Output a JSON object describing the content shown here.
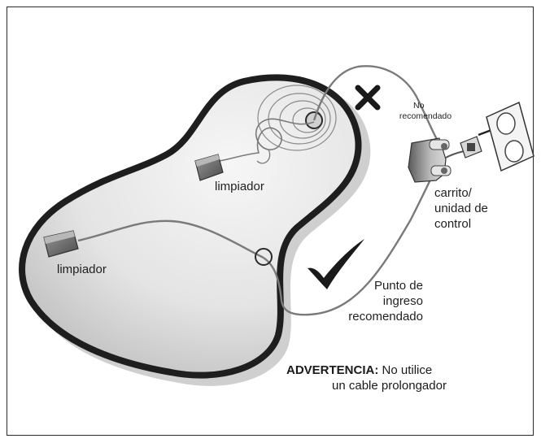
{
  "labels": {
    "cleaner_1": "limpiador",
    "cleaner_2": "limpiador",
    "not_recommended_line1": "No",
    "not_recommended_line2": "recomendado",
    "cart_line1": "carrito/",
    "cart_line2": "unidad de",
    "cart_line3": "control",
    "entry_line1": "Punto de",
    "entry_line2": "ingreso",
    "entry_line3": "recomendado"
  },
  "warning": {
    "heading": "ADVERTENCIA:",
    "text_line1": "No utilice",
    "text_line2": "un cable prolongador"
  },
  "icons": {
    "wrong": "x-mark-icon",
    "right": "check-mark-icon"
  },
  "colors": {
    "pool_edge": "#1e1e1e",
    "pool_shadow": "#c9c9c9",
    "water_light": "#f4f4f4",
    "water_dark": "#bdbdbd",
    "cable": "#7a7a7a",
    "marks": "#1a1a1a"
  }
}
